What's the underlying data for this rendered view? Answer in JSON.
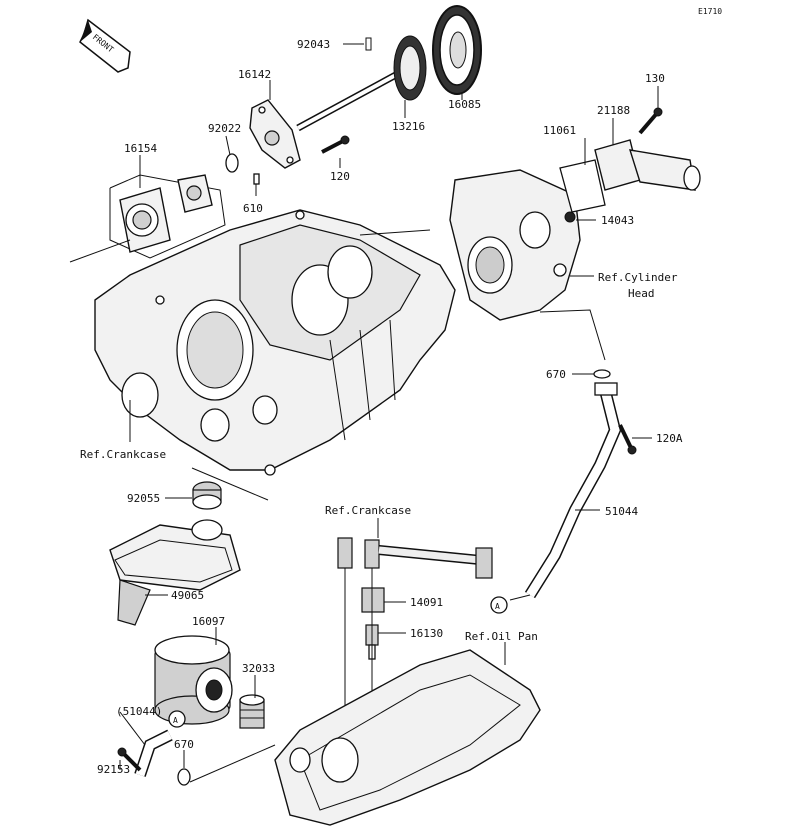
{
  "diagram_code": "E1710",
  "front_label": "FRONT",
  "callouts": {
    "92043": "92043",
    "16085": "16085",
    "16142": "16142",
    "13216": "13216",
    "130": "130",
    "21188": "21188",
    "92022": "92022",
    "11061": "11061",
    "16154": "16154",
    "120": "120",
    "610": "610",
    "14043": "14043",
    "ref_cylinder_head_1": "Ref.Cylinder",
    "ref_cylinder_head_2": "Head",
    "670_top": "670",
    "120A": "120A",
    "ref_crankcase_left": "Ref.Crankcase",
    "92055": "92055",
    "ref_crankcase_mid": "Ref.Crankcase",
    "51044": "51044",
    "49065": "49065",
    "14091": "14091",
    "marker_A_right": "A",
    "16097": "16097",
    "16130": "16130",
    "ref_oil_pan": "Ref.Oil Pan",
    "32033": "32033",
    "51044_paren": "(51044)",
    "marker_A_left": "A",
    "670_bottom": "670",
    "92153": "92153"
  }
}
